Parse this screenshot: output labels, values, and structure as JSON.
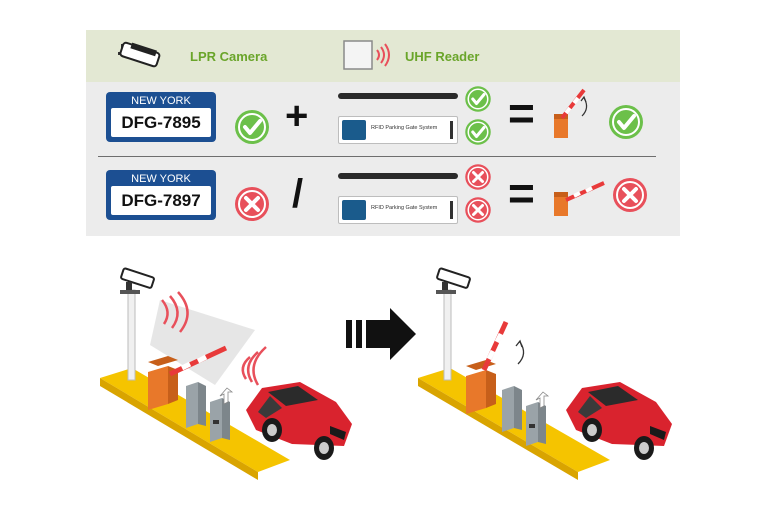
{
  "legend": {
    "camera_label": "LPR Camera",
    "reader_label": "UHF Reader"
  },
  "rows": [
    {
      "plate_state": "NEW YORK",
      "plate_number": "DFG-7895",
      "plate_result": "check",
      "operator": "+",
      "tag_text": "RFID Parking Gate System",
      "tag_results": [
        "check",
        "check"
      ],
      "equals": "=",
      "gate_state": "open",
      "final_result": "check"
    },
    {
      "plate_state": "NEW YORK",
      "plate_number": "DFG-7897",
      "plate_result": "cross",
      "operator": "/",
      "tag_text": "RFID Parking Gate System",
      "tag_results": [
        "cross",
        "cross"
      ],
      "equals": "=",
      "gate_state": "closed",
      "final_result": "cross"
    }
  ],
  "colors": {
    "check": "#6cc04a",
    "cross": "#e8505b",
    "legend_text": "#6aa52a",
    "plate_blue": "#1c4f92",
    "car_red": "#d9232e",
    "road_yellow": "#f5c400",
    "gate_orange": "#e8782a"
  },
  "icons": {
    "camera": "cctv-camera-icon",
    "reader": "uhf-reader-icon",
    "arrow": "right-arrow-icon"
  }
}
